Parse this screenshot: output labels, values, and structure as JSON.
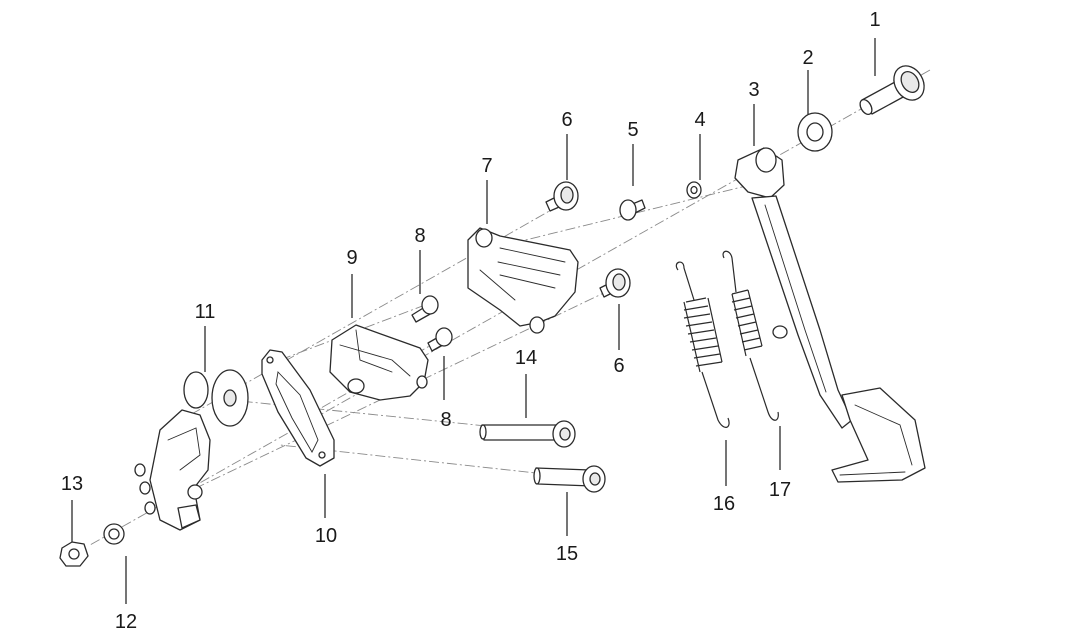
{
  "diagram": {
    "callouts": [
      {
        "id": "c1",
        "label": "1"
      },
      {
        "id": "c2",
        "label": "2"
      },
      {
        "id": "c3",
        "label": "3"
      },
      {
        "id": "c4",
        "label": "4"
      },
      {
        "id": "c5",
        "label": "5"
      },
      {
        "id": "c6a",
        "label": "6"
      },
      {
        "id": "c6b",
        "label": "6"
      },
      {
        "id": "c7",
        "label": "7"
      },
      {
        "id": "c8a",
        "label": "8"
      },
      {
        "id": "c8b",
        "label": "8"
      },
      {
        "id": "c9",
        "label": "9"
      },
      {
        "id": "c10",
        "label": "10"
      },
      {
        "id": "c11",
        "label": "11"
      },
      {
        "id": "c12",
        "label": "12"
      },
      {
        "id": "c13",
        "label": "13"
      },
      {
        "id": "c14",
        "label": "14"
      },
      {
        "id": "c15",
        "label": "15"
      },
      {
        "id": "c16",
        "label": "16"
      },
      {
        "id": "c17",
        "label": "17"
      }
    ]
  }
}
